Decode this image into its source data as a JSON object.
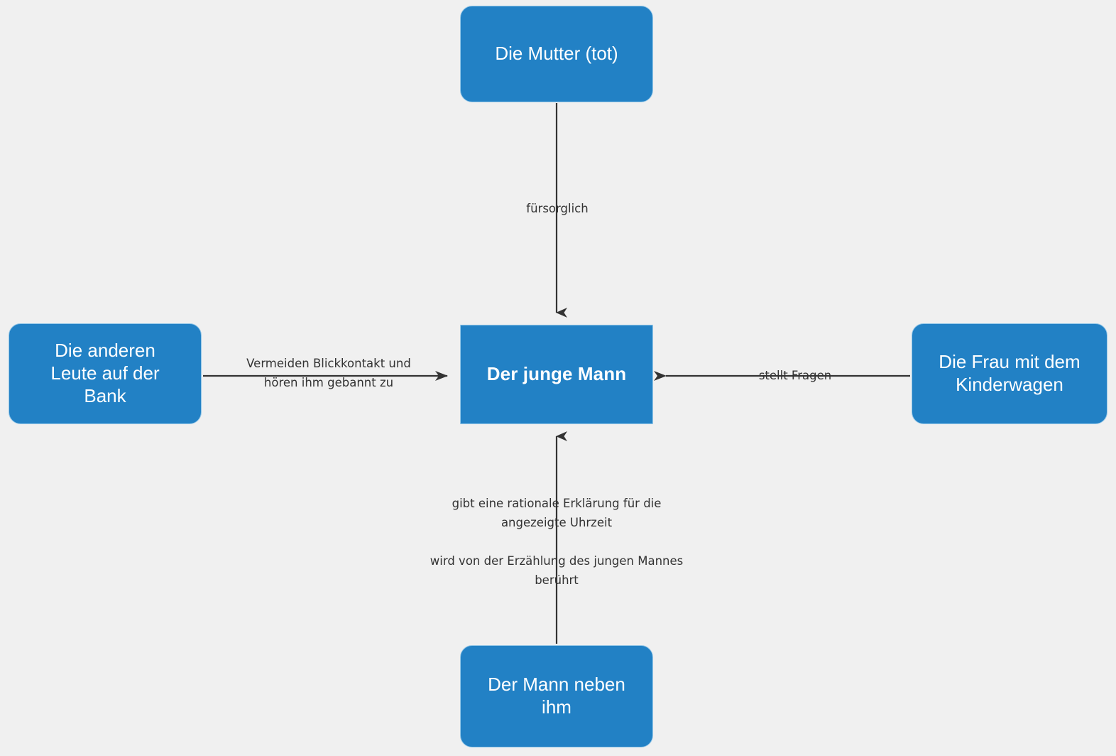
{
  "diagram": {
    "type": "relationship-graph",
    "background_color": "#f0f0f0",
    "node_color": "#2281c5",
    "node_text_color": "#ffffff",
    "edge_color": "#333333",
    "edge_label_color": "#333333",
    "nodes": [
      {
        "id": "mother",
        "label": "Die Mutter (tot)",
        "shape": "rounded-rect",
        "position": "top"
      },
      {
        "id": "others",
        "label": "Die anderen\nLeute auf der\nBank",
        "shape": "rounded-rect",
        "position": "left"
      },
      {
        "id": "center",
        "label": "Der junge Mann",
        "shape": "rect",
        "position": "center",
        "emphasis": "bold"
      },
      {
        "id": "woman",
        "label": "Die Frau mit dem\nKinderwagen",
        "shape": "rounded-rect",
        "position": "right"
      },
      {
        "id": "manbeside",
        "label": "Der Mann neben\nihm",
        "shape": "rounded-rect",
        "position": "bottom"
      }
    ],
    "edges": [
      {
        "id": "e1",
        "from": "mother",
        "to": "center",
        "label": "fürsorglich",
        "arrow": "down"
      },
      {
        "id": "e2",
        "from": "others",
        "to": "center",
        "label": "Vermeiden Blickkontakt und\nhören ihm gebannt zu",
        "arrow": "right"
      },
      {
        "id": "e3",
        "from": "woman",
        "to": "center",
        "label": "stellt Fragen",
        "arrow": "left"
      },
      {
        "id": "e4",
        "from": "manbeside",
        "to": "center",
        "label": "gibt eine rationale Erklärung für die\nangezeigte Uhrzeit",
        "arrow": "up"
      },
      {
        "id": "e5",
        "from": "manbeside",
        "to": "center",
        "label": "wird von der Erzählung des jungen Mannes\nberührt",
        "arrow": "up"
      }
    ]
  }
}
